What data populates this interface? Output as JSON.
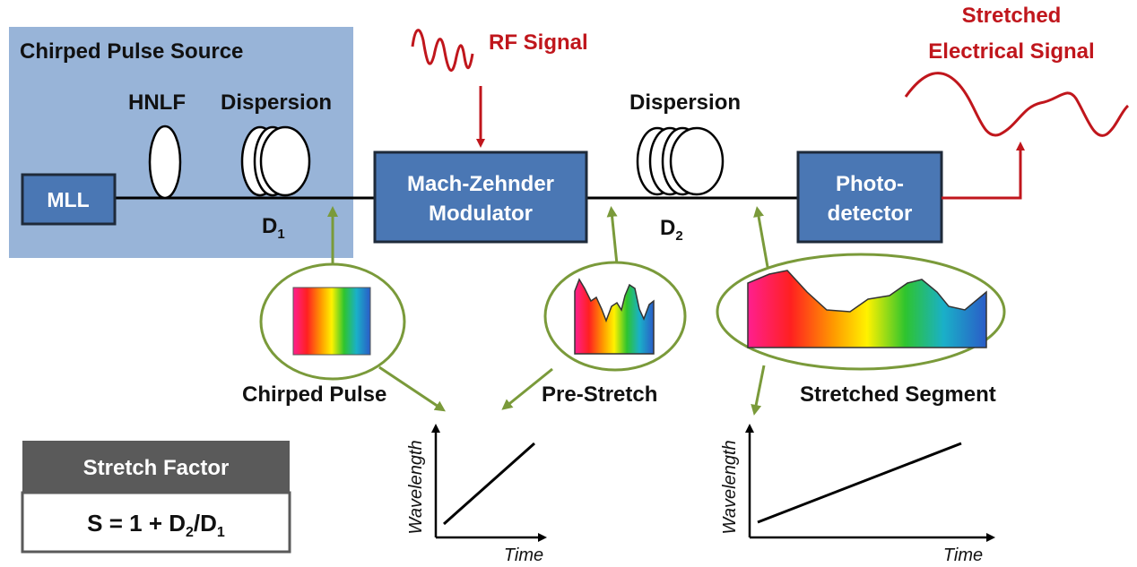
{
  "source_block": {
    "title": "Chirped Pulse Source"
  },
  "components": {
    "mll": "MLL",
    "hnlf": "HNLF",
    "dispersion1": "Dispersion",
    "d1": {
      "base": "D",
      "sub": "1"
    },
    "mzm_line1": "Mach-Zehnder",
    "mzm_line2": "Modulator",
    "dispersion2": "Dispersion",
    "d2": {
      "base": "D",
      "sub": "2"
    },
    "photo_line1": "Photo-",
    "photo_line2": "detector"
  },
  "signals": {
    "rf": "RF Signal",
    "stretched_line1": "Stretched",
    "stretched_line2": "Electrical Signal"
  },
  "insets": {
    "chirped": "Chirped Pulse",
    "prestretch": "Pre-Stretch",
    "stretched": "Stretched Segment"
  },
  "plots": {
    "left": {
      "xlabel": "Time",
      "ylabel": "Wavelength"
    },
    "right": {
      "xlabel": "Time",
      "ylabel": "Wavelength"
    }
  },
  "formula": {
    "header": "Stretch Factor",
    "lhs": "S = 1 + D",
    "d2sub": "2",
    "slash": "/D",
    "d1sub": "1"
  },
  "colors": {
    "box_fill": "#4a77b4",
    "source_bg": "#98b4d8",
    "red": "#c0161c",
    "olive": "#7a9a3a",
    "formula_header": "#5a5a5a"
  }
}
